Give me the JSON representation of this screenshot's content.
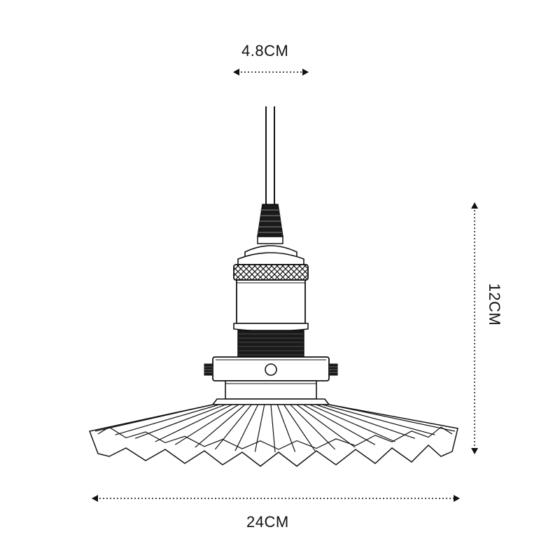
{
  "dimensions": {
    "cord_width": "4.8CM",
    "height": "12CM",
    "shade_diameter": "24CM"
  },
  "colors": {
    "line": "#111111",
    "background": "#ffffff",
    "dark_part": "#1a1a1a"
  }
}
